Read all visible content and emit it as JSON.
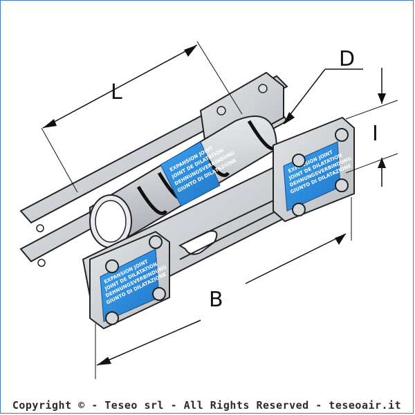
{
  "dimensions": {
    "length": "L",
    "diameter": "D",
    "interaxis": "I",
    "width": "B"
  },
  "plate_lines": [
    "EXPANSION JOINT",
    "JOINT DE DILATATION",
    "DEHNUNGSVERBINDUNG",
    "GIUNTO DI DILATAZIONE"
  ],
  "copyright": "Copyright © - Teseo srl - All Rights Reserved - teseoair.it",
  "colors": {
    "metal": "#c9ccd1",
    "metal_dark": "#9ea3aa",
    "plate_blue": "#2b8fe0",
    "outline": "#222222",
    "frame": "#3a7bd5"
  }
}
